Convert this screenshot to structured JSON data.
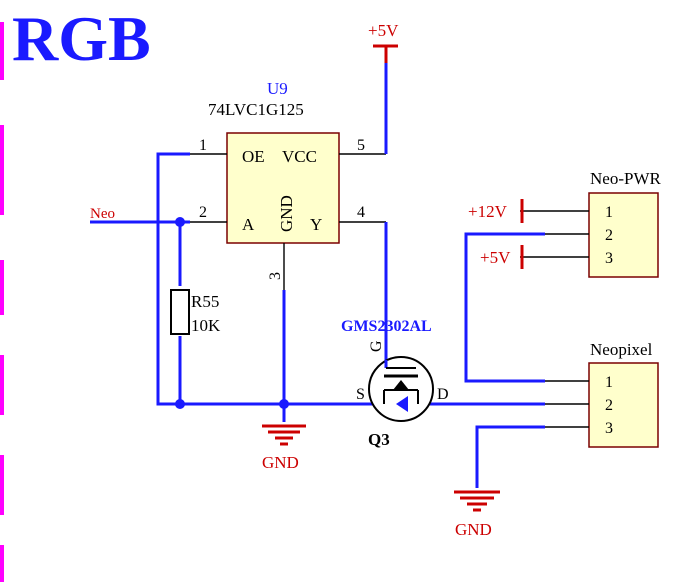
{
  "title": "RGB",
  "colors": {
    "wire": "#1a1aff",
    "power": "#cc0000",
    "body": "#ffffcc",
    "margin_tick": "#ff00ff"
  },
  "u9": {
    "designator": "U9",
    "part": "74LVC1G125",
    "pin_oe": "OE",
    "pin_vcc": "VCC",
    "pin_a": "A",
    "pin_y": "Y",
    "pin_gnd": "GND",
    "num1": "1",
    "num2": "2",
    "num3": "3",
    "num4": "4",
    "num5": "5"
  },
  "net_neo": "Neo",
  "plus5v_top": "+5V",
  "r55": {
    "designator": "R55",
    "value": "10K"
  },
  "q3": {
    "part": "GMS2302AL",
    "designator": "Q3",
    "gate": "G",
    "source": "S",
    "drain": "D"
  },
  "gnd_left": "GND",
  "gnd_right": "GND",
  "neo_pwr": {
    "name": "Neo-PWR",
    "pin1": "1",
    "pin2": "2",
    "pin3": "3",
    "v12": "+12V",
    "v5": "+5V"
  },
  "neopixel": {
    "name": "Neopixel",
    "pin1": "1",
    "pin2": "2",
    "pin3": "3"
  }
}
